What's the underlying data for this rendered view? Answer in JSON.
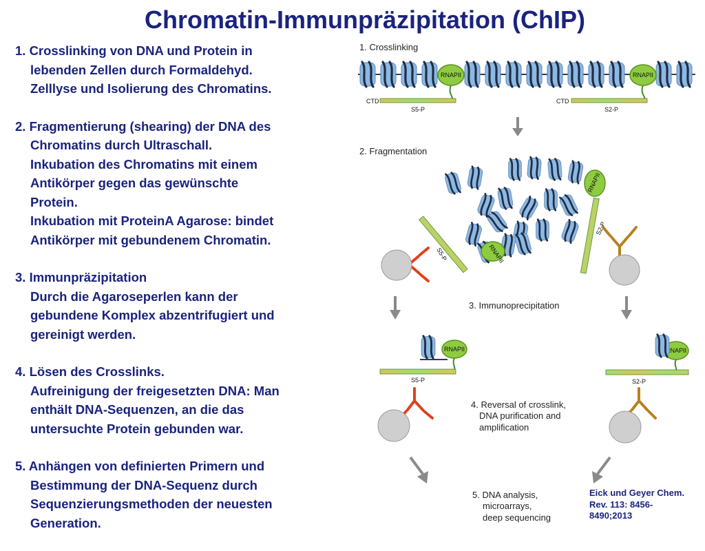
{
  "title": "Chromatin-Immunpräzipitation (ChIP)",
  "steps": [
    {
      "lines": [
        "1. Crosslinking von DNA und Protein in",
        "lebenden Zellen durch Formaldehyd.",
        "Zelllyse und Isolierung des Chromatins."
      ]
    },
    {
      "lines": [
        "2. Fragmentierung (shearing) der DNA des",
        "Chromatins durch Ultraschall.",
        "Inkubation des Chromatins mit einem",
        "Antikörper gegen das gewünschte",
        "Protein.",
        "Inkubation mit ProteinA Agarose: bindet",
        "Antikörper mit gebundenem Chromatin."
      ]
    },
    {
      "lines": [
        "3. Immunpräzipitation",
        "Durch die Agaroseperlen kann der",
        "gebundene Komplex abzentrifugiert und",
        "gereinigt werden."
      ]
    },
    {
      "lines": [
        "4. Lösen des Crosslinks.",
        "Aufreinigung der freigesetzten DNA: Man",
        "enthält DNA-Sequenzen, an die das",
        "untersuchte Protein gebunden war."
      ]
    },
    {
      "lines": [
        "5. Anhängen von definierten Primern und",
        "Bestimmung der DNA-Sequenz durch",
        "Sequenzierungsmethoden der neuesten",
        "Generation."
      ]
    }
  ],
  "diagram": {
    "step1": "1.  Crosslinking",
    "step2": "2. Fragmentation",
    "step3": "3. Immunoprecipitation",
    "step4": [
      "4. Reversal of crosslink,",
      "DNA purification and",
      "amplification"
    ],
    "step5": [
      "5. DNA analysis,",
      "microarrays,",
      "deep sequencing"
    ],
    "rnapii": "RNAPII",
    "ctd": "CTD",
    "s5p": "S5-P",
    "s2p": "S2-P"
  },
  "citation": [
    "Eick und Geyer Chem.",
    "Rev. 113: 8456-",
    "8490;2013"
  ],
  "colors": {
    "title_text": "#1a237e",
    "nucleosome": "#8fb8e0",
    "dna_band": "#1c2e4a",
    "rnapii": "#8ecc3f",
    "ctd_strip": "#a6d86a",
    "antibody_red": "#e0401c",
    "antibody_brown": "#b8801c",
    "bead": "#cfcfcf",
    "arrow": "#8a8a8a"
  }
}
